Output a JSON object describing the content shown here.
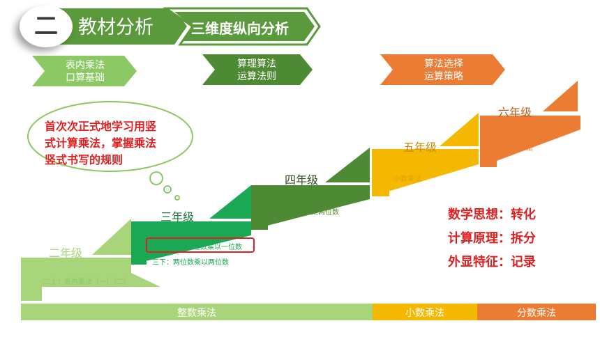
{
  "header": {
    "number": "二",
    "title": "教材分析",
    "subtitle": "三维度纵向分析"
  },
  "categories": [
    {
      "line1": "表内乘法",
      "line2": "口算基础",
      "color": "#8cc864"
    },
    {
      "line1": "算理算法",
      "line2": "运算法则",
      "color": "#4e8a34"
    },
    {
      "line1": "算法选择",
      "line2": "运算策略",
      "color": "#ec7c34"
    }
  ],
  "thought_bubble": {
    "line1": "首次次正式地学习用竖",
    "line2": "式计算乘法，掌握乘法",
    "line3": "竖式书写的规则"
  },
  "grades": [
    {
      "name": "二年级",
      "items": [
        "二上：表内乘法（一）（二）"
      ],
      "color": "#a8d47a"
    },
    {
      "name": "三年级",
      "items": [
        "三上：两、三位数乘以一位数",
        "三下：两位数乘以两位数"
      ],
      "color": "#1aa854"
    },
    {
      "name": "四年级",
      "items": [
        "四上：三位数乘两位数"
      ],
      "color": "#4e8a34"
    },
    {
      "name": "五年级",
      "items": [
        "小数乘法"
      ],
      "color": "#f5b800"
    },
    {
      "name": "六年级",
      "items": [
        "分数乘法"
      ],
      "color": "#ec7c34"
    }
  ],
  "principles": [
    "数学思想：转化",
    "计算原理：拆分",
    "外显特征：记录"
  ],
  "bottom_bar": [
    {
      "label": "整数乘法",
      "color": "#a8d47a"
    },
    {
      "label": "小数乘法",
      "color": "#f5b800"
    },
    {
      "label": "分数乘法",
      "color": "#ec7c34"
    }
  ],
  "colors": {
    "header_green": "#5a9a3c",
    "highlight_red": "#e02020"
  }
}
